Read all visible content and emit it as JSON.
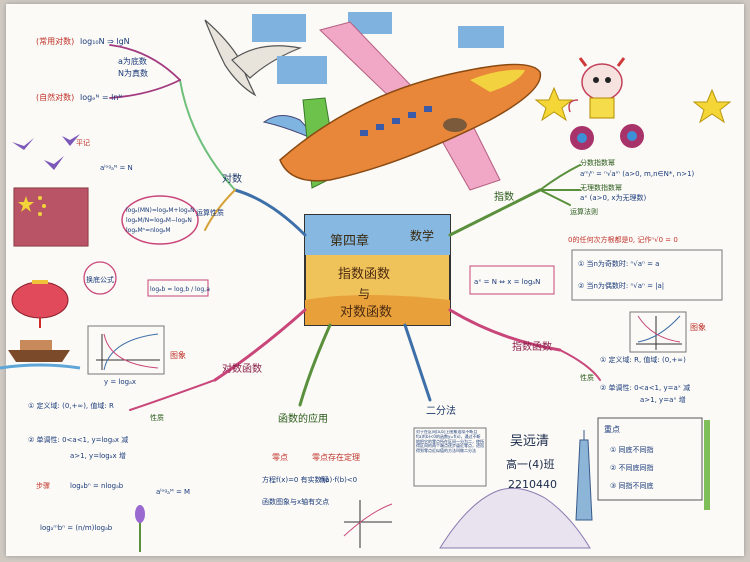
{
  "center": {
    "chapter": "第四章",
    "lines": [
      "指数函数",
      "与",
      "对数函数"
    ],
    "side": "数学"
  },
  "branches": {
    "log": "对数",
    "exp": "指数",
    "logfunc": "对数函数",
    "expfunc": "指数函数",
    "app": "函数的应用",
    "bisect": "二分法"
  },
  "log_section": {
    "common_log": "(常用对数)",
    "common_formula": "log₁₀N ⇒ lgN",
    "base_label": "a为底数",
    "true_label": "N为真数",
    "natural_log": "(自然对数)",
    "natural_formula": "logₑᴺ = lnᴺ",
    "side_label": "运算性质",
    "prop1": "logₐ(MN)=logₐM+logₐN",
    "prop2": "logₐM/N=logₐM−logₐN",
    "prop3": "logₐMⁿ=nlogₐM",
    "change_base": "换底公式",
    "change_formula": "logₐb = log꜀b / log꜀a",
    "identity": "aˡᵒᵍₐᴺ = N",
    "memo": "平记"
  },
  "exp_section": {
    "frac_label": "分数指数幂",
    "frac_formula": "aᵐ/ⁿ = ⁿ√aᵐ (a>0, m,n∈N*, n>1)",
    "irr_label": "无理数指数幂",
    "irr_formula": "aˣ (a>0, x为无理数)",
    "ops_label": "运算法则",
    "zero_rule": "0的任何次方根都是0, 记作ⁿ√0 = 0",
    "odd_rule": "① 当n为奇数时: ⁿ√aⁿ = a",
    "even_rule": "② 当n为偶数时: ⁿ√aⁿ = |a|",
    "relation": "aˣ = N ⇔ x = logₐN"
  },
  "logfunc_section": {
    "image_label": "图象",
    "domain": "① 定义域: (0,+∞), 值域: R",
    "mono": "② 单调性: 0<a<1, y=logₐx 减",
    "mono2": "a>1, y=logₐx 增",
    "formula": "y = logₐx",
    "props_label": "性质"
  },
  "expfunc_section": {
    "image_label": "图象",
    "domain": "① 定义域: R, 值域: (0,+∞)",
    "mono": "② 单调性: 0<a<1, y=aˣ 减",
    "mono2": "a>1, y=aˣ 增",
    "props_label": "性质"
  },
  "app_section": {
    "zero_label": "零点",
    "zero_desc": "方程f(x)=0 有实数解",
    "zero_exist": "零点存在定理",
    "zero_cond": "f(a)·f(b)<0",
    "graph": "函数图象与x轴有交点"
  },
  "bisect_section": {
    "text": "对于在区间[a,b]上图象连续不断且f(a)f(b)<0的函数y=f(x)，通过不断地把它的零点所在区间一分为二，使所得区间的两个端点逐步逼近零点，进而得到零点近似值的方法叫做二分法"
  },
  "key_section": {
    "title": "重点",
    "item1": "① 同底不同指",
    "item2": "② 不同底同指",
    "item3": "③ 同指不同底"
  },
  "bottom_left": {
    "title": "步骤",
    "line1": "logₐbⁿ = nlogₐb",
    "line2": "aˡᵒᵍₐᴹ = M",
    "line3": "logₐᵐbⁿ = (n/m)logₐb"
  },
  "student": {
    "name": "吴远清",
    "class": "高一(4)班",
    "id": "2210440"
  },
  "colors": {
    "paper": "#fbfaf6",
    "branch_green": "#5a8f3c",
    "branch_blue": "#3d6fa8",
    "branch_pink": "#c9467a",
    "ink_red": "#c0322b",
    "airplane": "#e8873a"
  }
}
